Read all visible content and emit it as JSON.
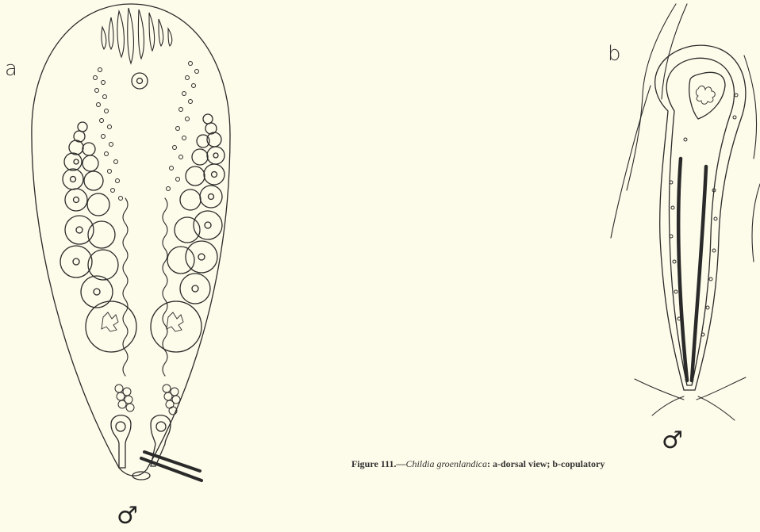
{
  "panels": {
    "a": {
      "label": "a"
    },
    "b": {
      "label": "b"
    }
  },
  "symbols": {
    "male_a": "♂",
    "male_b": "♂"
  },
  "caption": {
    "prefix": "Figure 111.—",
    "species": "Childia groenlandica",
    "rest": ": a-dorsal view; b-copulatory"
  },
  "colors": {
    "background": "#fdfbe9",
    "ink": "#2a2a2a"
  }
}
